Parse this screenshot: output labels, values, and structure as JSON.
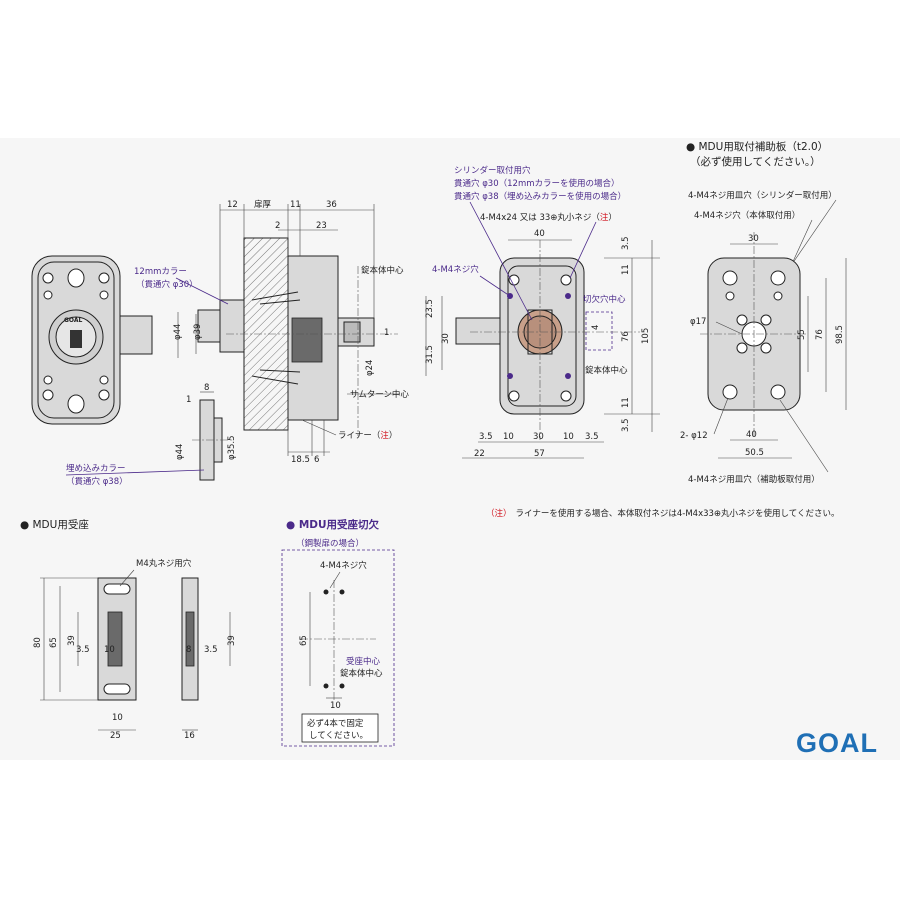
{
  "headings": {
    "plate_title": "● MDU用取付補助板（t2.0）",
    "plate_note": "（必ず使用してください。）",
    "strike_title": "● MDU用受座",
    "cut_title": "● MDU用受座切欠",
    "cut_sub": "（鋼製扉の場合）"
  },
  "side_view": {
    "dims_top": [
      "12",
      "扉厚",
      "11",
      "36",
      "2",
      "23"
    ],
    "labels": [
      "12mmカラー",
      "（貫通穴 φ30）",
      "錠本体中心",
      "サムターン中心",
      "ライナー（",
      "注",
      "）"
    ],
    "dims_vertical": [
      "φ44",
      "φ39",
      "φ24",
      "1"
    ],
    "dims_bottom": [
      "18.5",
      "6"
    ],
    "collar_dims": [
      "8",
      "1",
      "φ44",
      "φ35.5"
    ],
    "collar_label": [
      "埋め込みカラー",
      "（貫通穴 φ38）"
    ]
  },
  "front_view": {
    "cyl_label": [
      "シリンダー取付用穴",
      "貫通穴 φ30（12mmカラーを使用の場合）",
      "貫通穴 φ38（埋め込みカラーを使用の場合）"
    ],
    "screw_label": "4-M4x24 又は 33⊕丸小ネジ（",
    "screw_note": "注",
    "screw_label_end": "）",
    "m4": "4-M4ネジ穴",
    "labels": [
      "切欠穴中心",
      "錠本体中心"
    ],
    "dims_right": [
      "3.5",
      "11",
      "76",
      "105",
      "11",
      "3.5",
      "4"
    ],
    "dims_left": [
      "23.5",
      "30",
      "31.5"
    ],
    "dims_bottom": [
      "3.5",
      "10",
      "30",
      "10",
      "3.5",
      "22",
      "57"
    ],
    "dim_top": "40"
  },
  "plate": {
    "labels": [
      "4-M4ネジ用皿穴（シリンダー取付用）",
      "4-M4ネジ穴（本体取付用）",
      "4-M4ネジ用皿穴（補助板取付用）"
    ],
    "dims": [
      "30",
      "φ17",
      "55",
      "76",
      "98.5",
      "2- φ12",
      "40",
      "50.5"
    ]
  },
  "note": {
    "prefix": "（注）",
    "text": "ライナーを使用する場合、本体取付ネジは4-M4x33⊕丸小ネジを使用してください。"
  },
  "strike": {
    "label": "M4丸ネジ用穴",
    "dims": [
      "80",
      "65",
      "39",
      "3.5",
      "10",
      "10",
      "25",
      "8",
      "3.5",
      "39",
      "16"
    ]
  },
  "cutout": {
    "label": "4-M4ネジ穴",
    "dims": [
      "65",
      "10"
    ],
    "labels": [
      "受座中心",
      "錠本体中心"
    ],
    "fix_note": [
      "必ず4本で固定",
      "してください。"
    ]
  },
  "cylinder_mark": "GOAL",
  "brand": {
    "logo": "GOAL",
    "color": "#1f6fb5"
  },
  "colors": {
    "note_red": "#d0101b",
    "callout_purple": "#4b2a8a",
    "sheet_bg": "#f6f6f6"
  }
}
